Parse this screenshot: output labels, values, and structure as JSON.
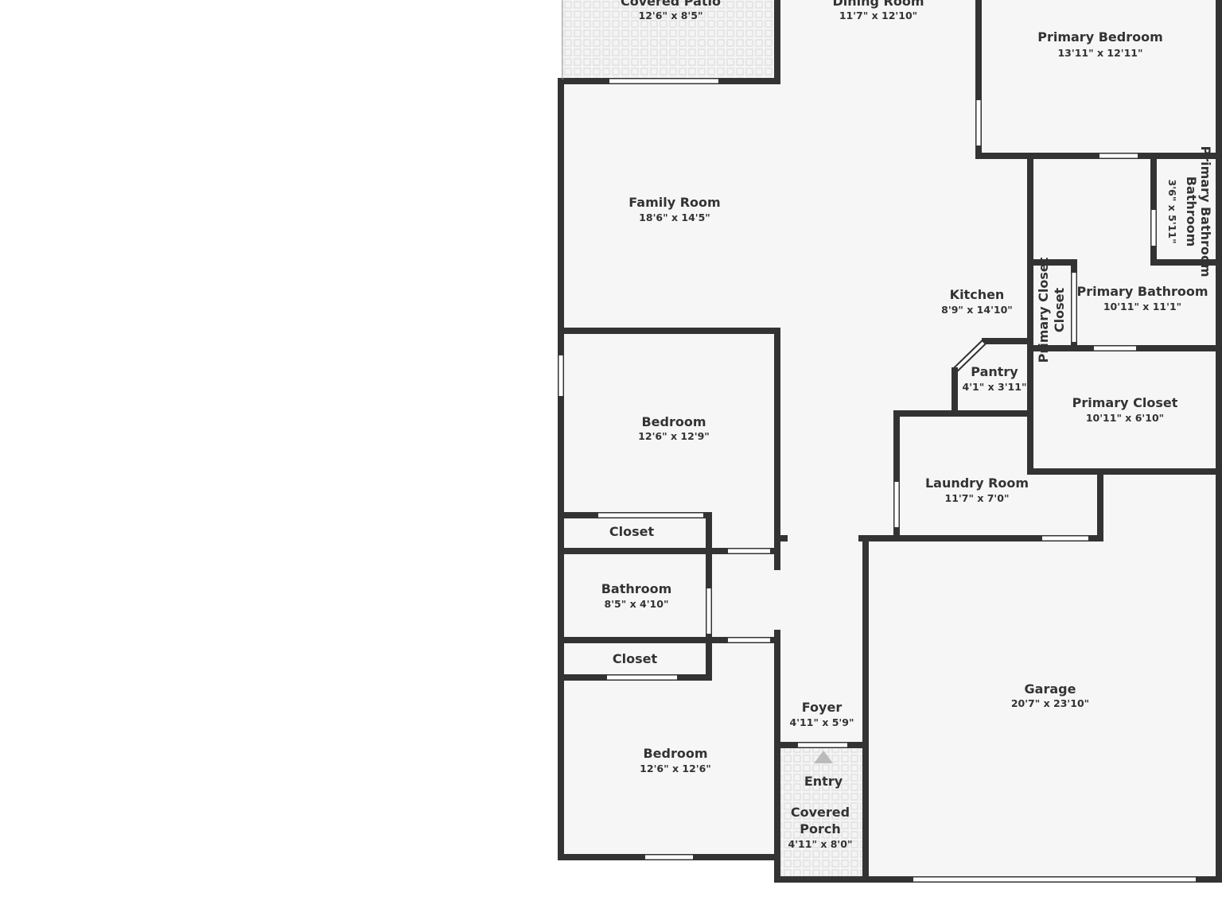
{
  "floor_plan": {
    "colors": {
      "wall": "#333333",
      "floor": "#f6f6f6",
      "background": "#ffffff",
      "outdoor_tile": "#e6e6e6"
    },
    "rooms": [
      {
        "name": "Covered Patio",
        "size": "12'6\" x 8'5\""
      },
      {
        "name": "Dining Room",
        "size": "11'7\" x 12'10\""
      },
      {
        "name": "Primary Bedroom",
        "size": "13'11\" x 12'11\""
      },
      {
        "name": "Family Room",
        "size": "18'6\" x 14'5\""
      },
      {
        "name": "Primary Bathroom",
        "size": "3'6\" x 5'11\""
      },
      {
        "name": "Kitchen",
        "size": "8'9\" x 14'10\""
      },
      {
        "name": "Primary Closet",
        "size": ""
      },
      {
        "name": "Primary Bathroom",
        "size": "10'11\" x 11'1\""
      },
      {
        "name": "Pantry",
        "size": "4'1\" x 3'11\""
      },
      {
        "name": "Primary Closet",
        "size": "10'11\" x 6'10\""
      },
      {
        "name": "Bedroom",
        "size": "12'6\" x 12'9\""
      },
      {
        "name": "Laundry Room",
        "size": "11'7\" x 7'0\""
      },
      {
        "name": "Closet",
        "size": ""
      },
      {
        "name": "Bathroom",
        "size": "8'5\" x 4'10\""
      },
      {
        "name": "Closet",
        "size": ""
      },
      {
        "name": "Garage",
        "size": "20'7\" x 23'10\""
      },
      {
        "name": "Foyer",
        "size": "4'11\" x 5'9\""
      },
      {
        "name": "Bedroom",
        "size": "12'6\" x 12'6\""
      },
      {
        "name": "Entry",
        "size": ""
      },
      {
        "name": "Covered",
        "size": ""
      },
      {
        "name": "Porch",
        "size": "4'11\" x 8'0\""
      }
    ]
  }
}
